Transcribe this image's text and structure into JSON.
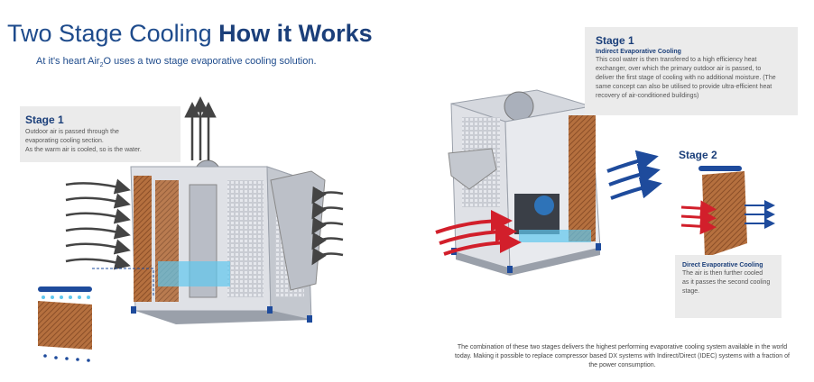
{
  "title": {
    "light": "Two Stage Cooling ",
    "bold": "How it Works"
  },
  "subtitle": {
    "before": "At it's heart Air",
    "sub": "2",
    "after": "O uses a two stage evaporative cooling solution."
  },
  "left_panel": {
    "heading": "Stage 1",
    "lines": [
      "Outdoor air is passed through the",
      "evaporating cooling section.",
      "As the warm air is cooled, so is the water."
    ]
  },
  "right_panel": {
    "heading": "Stage 1",
    "subheading": "Indirect Evaporative Cooling",
    "lines": [
      "This cool water is then transfered to a high efficiency heat",
      "exchanger, over which the primary outdoor air is passed, to",
      "deliver the first stage of cooling with no additional moisture. (The",
      "same concept can also be utilised to provide ultra-efficient heat",
      "recovery of air-conditioned buildings)"
    ]
  },
  "stage2": {
    "label": "Stage 2",
    "subheading": "Direct Evaporative Cooling",
    "lines": [
      "The air is then further cooled",
      "as it passes the second cooling",
      "stage."
    ]
  },
  "footer": {
    "lines": [
      "The combination of these two stages delivers the highest performing evaporative cooling system available in the world",
      "today. Making it possible to replace compressor based DX systems with Indirect/Direct (IDEC) systems with a fraction of",
      "the power consumption."
    ]
  },
  "colors": {
    "brand_blue": "#1b3f7a",
    "panel_grey": "#ebebeb",
    "arrow_dark": "#444444",
    "arrow_blue": "#1e4b9c",
    "arrow_red": "#d21f2b",
    "pad_brown": "#b06a3a"
  }
}
